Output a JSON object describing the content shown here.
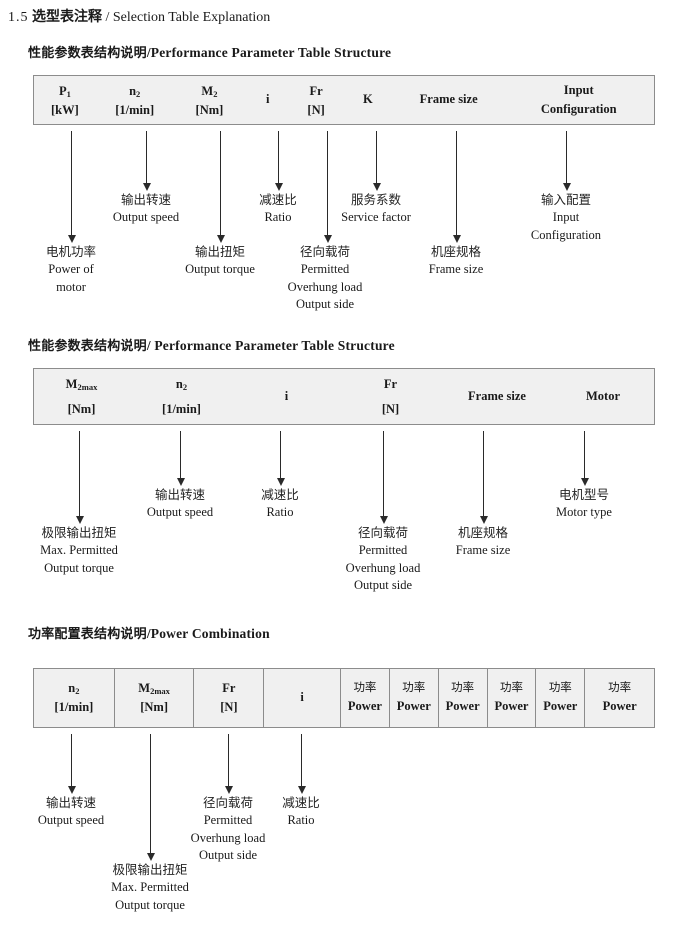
{
  "document": {
    "number": "1.5",
    "title_cn": "选型表注释",
    "separator": "/",
    "title_en": "Selection Table Explanation"
  },
  "sections": [
    {
      "heading_cn": "性能参数表结构说明",
      "heading_sep": "/",
      "heading_en": "Performance Parameter Table Structure",
      "table": {
        "columns": [
          {
            "symbol": "P",
            "sub": "1",
            "unit": "[kW]"
          },
          {
            "symbol": "n",
            "sub": "2",
            "unit": "[1/min]"
          },
          {
            "symbol": "M",
            "sub": "2",
            "unit": "[Nm]"
          },
          {
            "symbol": "i",
            "sub": "",
            "unit": ""
          },
          {
            "symbol": "Fr",
            "sub": "",
            "unit": "[N]"
          },
          {
            "symbol": "K",
            "sub": "",
            "unit": ""
          },
          {
            "symbol": "Frame size",
            "sub": "",
            "unit": ""
          },
          {
            "symbol": "Input",
            "sub": "",
            "unit": "Configuration"
          }
        ]
      },
      "notes": [
        {
          "cn": "电机功率",
          "en": [
            "Power of",
            "motor"
          ]
        },
        {
          "cn": "输出转速",
          "en": [
            "Output speed"
          ]
        },
        {
          "cn": "输出扭矩",
          "en": [
            "Output torque"
          ]
        },
        {
          "cn": "减速比",
          "en": [
            "Ratio"
          ]
        },
        {
          "cn": "径向载荷",
          "en": [
            "Permitted",
            "Overhung load",
            "Output side"
          ]
        },
        {
          "cn": "服务系数",
          "en": [
            "Service factor"
          ]
        },
        {
          "cn": "机座规格",
          "en": [
            "Frame size"
          ]
        },
        {
          "cn": "输入配置",
          "en": [
            "Input",
            "Configuration"
          ]
        }
      ]
    },
    {
      "heading_cn": "性能参数表结构说明",
      "heading_sep": "/",
      "heading_en": "Performance Parameter Table Structure",
      "table": {
        "columns": [
          {
            "symbol": "M",
            "sub": "2max",
            "unit": "[Nm]"
          },
          {
            "symbol": "n",
            "sub": "2",
            "unit": "[1/min]"
          },
          {
            "symbol": "i",
            "sub": "",
            "unit": ""
          },
          {
            "symbol": "Fr",
            "sub": "",
            "unit": "[N]"
          },
          {
            "symbol": "Frame size",
            "sub": "",
            "unit": ""
          },
          {
            "symbol": "Motor",
            "sub": "",
            "unit": ""
          }
        ]
      },
      "notes": [
        {
          "cn": "极限输出扭矩",
          "en": [
            "Max. Permitted",
            "Output  torque"
          ]
        },
        {
          "cn": "输出转速",
          "en": [
            "Output speed"
          ]
        },
        {
          "cn": "减速比",
          "en": [
            "Ratio"
          ]
        },
        {
          "cn": "径向载荷",
          "en": [
            "Permitted",
            "Overhung load",
            "Output side"
          ]
        },
        {
          "cn": "机座规格",
          "en": [
            "Frame size"
          ]
        },
        {
          "cn": "电机型号",
          "en": [
            "Motor type"
          ]
        }
      ]
    },
    {
      "heading_cn": "功率配置表结构说明",
      "heading_sep": "/",
      "heading_en": "Power Combination",
      "table": {
        "columns": [
          {
            "symbol": "n",
            "sub": "2",
            "unit": "[1/min]"
          },
          {
            "symbol": "M",
            "sub": "2max",
            "unit": "[Nm]"
          },
          {
            "symbol": "Fr",
            "sub": "",
            "unit": "[N]"
          },
          {
            "symbol": "i",
            "sub": "",
            "unit": ""
          },
          {
            "symbol": "功率",
            "sub": "",
            "unit": "Power"
          },
          {
            "symbol": "功率",
            "sub": "",
            "unit": "Power"
          },
          {
            "symbol": "功率",
            "sub": "",
            "unit": "Power"
          },
          {
            "symbol": "功率",
            "sub": "",
            "unit": "Power"
          },
          {
            "symbol": "功率",
            "sub": "",
            "unit": "Power"
          },
          {
            "symbol": "功率",
            "sub": "",
            "unit": "Power"
          }
        ]
      },
      "notes": [
        {
          "cn": "输出转速",
          "en": [
            "Output speed"
          ]
        },
        {
          "cn": "极限输出扭矩",
          "en": [
            "Max. Permitted",
            "Output  torque"
          ]
        },
        {
          "cn": "径向载荷",
          "en": [
            "Permitted",
            "Overhung load",
            "Output side"
          ]
        },
        {
          "cn": "减速比",
          "en": [
            "Ratio"
          ]
        }
      ]
    }
  ],
  "colors": {
    "table_fill": "#f0f0f0",
    "table_border": "#8c8c8c",
    "arrow": "#2a2a2a",
    "text": "#1a1a1a"
  }
}
